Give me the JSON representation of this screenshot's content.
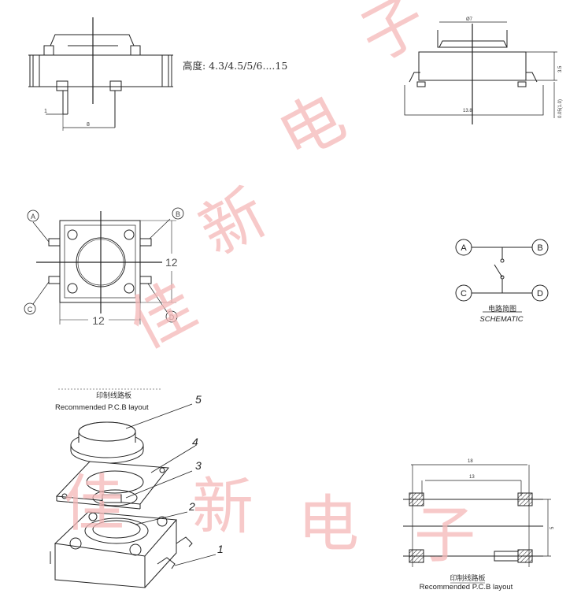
{
  "height_note": "高度: 4.3/4.5/5/6....15",
  "side_view": {
    "dim_pin": "1",
    "dim_pitch": "8"
  },
  "right_view": {
    "dim_top": "Ø7",
    "dim_base": "13.8",
    "dim_h1": "3.5",
    "dim_h2": "0.05(1.0)"
  },
  "top_view": {
    "pin_a": "A",
    "pin_b": "B",
    "pin_c": "C",
    "pin_d": "D",
    "dim_width": "12",
    "dim_height": "12"
  },
  "schematic": {
    "node_a": "A",
    "node_b": "B",
    "node_c": "C",
    "node_d": "D",
    "title_cn": "电路简图",
    "title_en": "SCHEMATIC"
  },
  "exploded": {
    "pcb_cn": "印制线路板",
    "pcb_en": "Recommended P.C.B layout",
    "callouts": [
      "5",
      "4",
      "3",
      "2",
      "1"
    ]
  },
  "pcb_layout": {
    "dim_outer": "18",
    "dim_inner": "13",
    "dim_side": "5",
    "pcb_cn": "印制线路板",
    "pcb_en": "Recommended P.C.B layout"
  },
  "watermark": {
    "chars": [
      "佳",
      "新",
      "电",
      "子"
    ],
    "color": "#f5b8b8"
  }
}
